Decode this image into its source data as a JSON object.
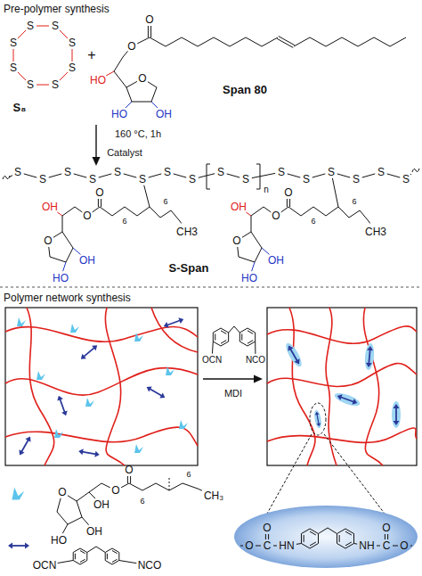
{
  "diagram": {
    "nodes": [
      {
        "text": [
          "O",
          "C",
          "O",
          "HN",
          "NH",
          "C",
          "O",
          "O"
        ]
      }
    ],
    "labels": [
      "Pre-polymer synthesis",
      "S",
      "S",
      "S",
      "S",
      "S",
      "S",
      "S",
      "S",
      "S₈",
      "+",
      "O",
      "O",
      "O",
      "HO",
      "HO",
      "OH",
      "Span 80",
      "160 °C, 1h",
      "Catalyst",
      "S",
      "S",
      "S",
      "S",
      "S",
      "S",
      "S",
      "S",
      "S",
      "S",
      "S",
      "S",
      "S",
      "S",
      "S",
      "S",
      "n",
      "O",
      "O",
      "OH",
      "O",
      "HO",
      "OH",
      "6",
      "6",
      "CH3",
      "O",
      "O",
      "OH",
      "O",
      "HO",
      "OH",
      "6",
      "6",
      "CH3",
      "S-Span",
      "Polymer network synthesis",
      "OCN",
      "NCO",
      "MDI",
      "O",
      "HO",
      "OH",
      "OH",
      "O",
      "O",
      "6",
      "6",
      "CH₃",
      "OCN",
      "NCO"
    ]
  }
}
